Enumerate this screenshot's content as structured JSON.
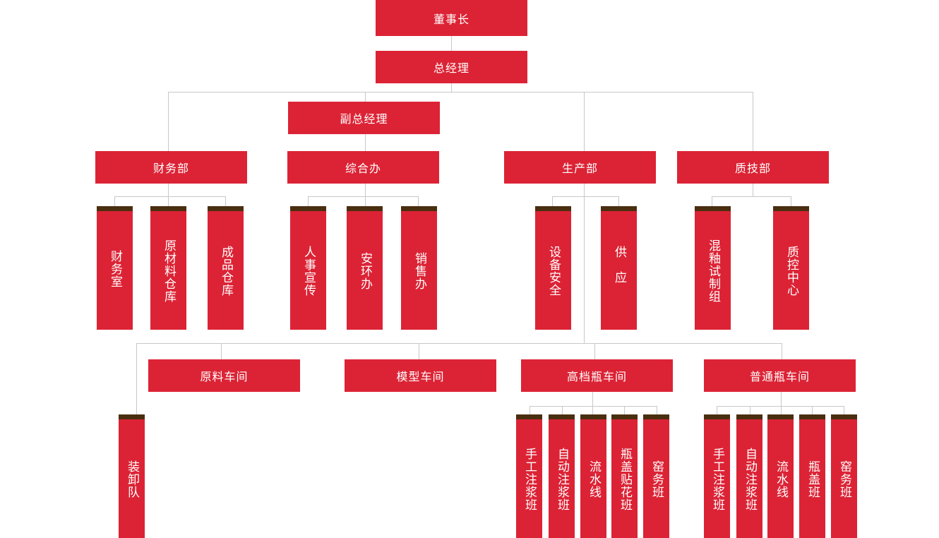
{
  "colors": {
    "box": "#dc2335",
    "card_top": "#4a2e10",
    "line": "#c8c8c8"
  },
  "chairman": "董事长",
  "general_manager": "总经理",
  "deputy_general_manager": "副总经理",
  "departments": {
    "finance": {
      "label": "财务部",
      "units": [
        "财务室",
        "原材料仓库",
        "成品仓库"
      ]
    },
    "general_office": {
      "label": "综合办",
      "units": [
        "人事宣传",
        "安环办",
        "销售办"
      ]
    },
    "production": {
      "label": "生产部",
      "units": [
        "设备安全",
        "供　应"
      ],
      "loading_team": "装卸队",
      "workshops": {
        "raw_material": "原料车间",
        "mold": "模型车间",
        "premium_bottle": {
          "label": "高档瓶车间",
          "teams": [
            "手工注浆班",
            "自动注浆班",
            "流水线",
            "瓶盖贴花班",
            "窑务班"
          ]
        },
        "regular_bottle": {
          "label": "普通瓶车间",
          "teams": [
            "手工注浆班",
            "自动注浆班",
            "流水线",
            "瓶盖班",
            "窑务班"
          ]
        }
      }
    },
    "quality_tech": {
      "label": "质技部",
      "units": [
        "混釉试制组",
        "质控中心"
      ]
    }
  }
}
